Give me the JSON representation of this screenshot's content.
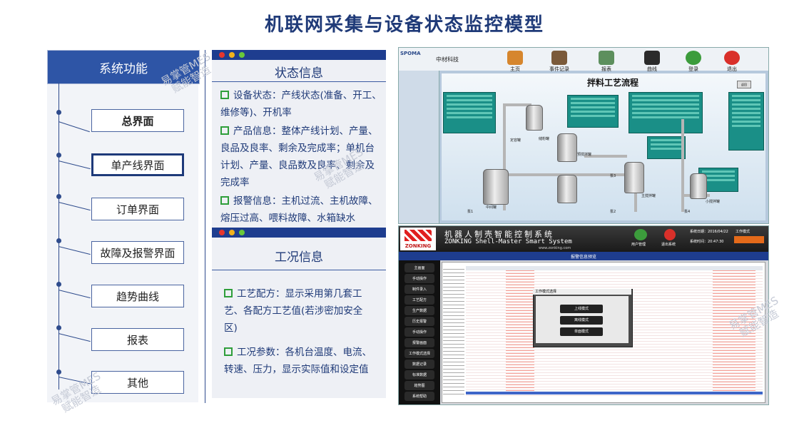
{
  "title": "机联网采集与设备状态监控模型",
  "nav": {
    "header": "系统功能",
    "items": [
      "总界面",
      "单产线界面",
      "订单界面",
      "故障及报警界面",
      "趋势曲线",
      "报表",
      "其他"
    ]
  },
  "status_section": {
    "title": "状态信息",
    "items": [
      "设备状态：产线状态(准备、开工、维修等)、开机率",
      "产品信息：整体产线计划、产量、良品及良率、剩余及完成率；单机台计划、产量、良品数及良率、剩余及完成率",
      "报警信息：主机过流、主机故障、熔压过高、喂料故障、水箱缺水"
    ]
  },
  "work_section": {
    "title": "工况信息",
    "items": [
      "工艺配方：显示采用第几套工艺、各配方工艺值(若涉密加安全区)",
      "工况参数：各机台温度、电流、转速、压力，显示实际值和设定值"
    ]
  },
  "screen1": {
    "logo_text": "SPOMA",
    "company": "中材科技",
    "toolbar": [
      "主页",
      "事件记录",
      "报表",
      "曲线",
      "登录",
      "退出"
    ],
    "process_title": "拌料工艺流程",
    "back_btn": "返回",
    "labels": [
      "定容罐",
      "储粉罐",
      "中间罐",
      "泵1",
      "泵2",
      "泵3",
      "泵4",
      "小搅拌罐",
      "主搅拌罐",
      "预搅拌罐"
    ]
  },
  "screen2": {
    "brand": "ZONKING",
    "title_cn": "机器人制壳智能控制系统",
    "title_en": "ZONKING Shell-Master Smart System",
    "url": "www.zonking.com",
    "date_label": "系统日期：2016/04/22",
    "time_label": "系统时间：20:47:30",
    "status_label": "工作模式",
    "user_btn": "用户管理",
    "exit_btn": "退出系统",
    "table_header": "报警信息预览",
    "sidebar": [
      "主画面",
      "手动操作",
      "制件录入",
      "工艺配方",
      "生产数据",
      "历史报警",
      "手动操作",
      "报警画面",
      "工作模式选择",
      "数据记录",
      "标准数据",
      "趋势图",
      "系统帮助"
    ],
    "dialog": {
      "title": "工作模式选择",
      "options": [
        "上线模式",
        "离线模式",
        "单面模式"
      ]
    }
  },
  "watermark": [
    "易掌管MES",
    "赋能智造"
  ]
}
